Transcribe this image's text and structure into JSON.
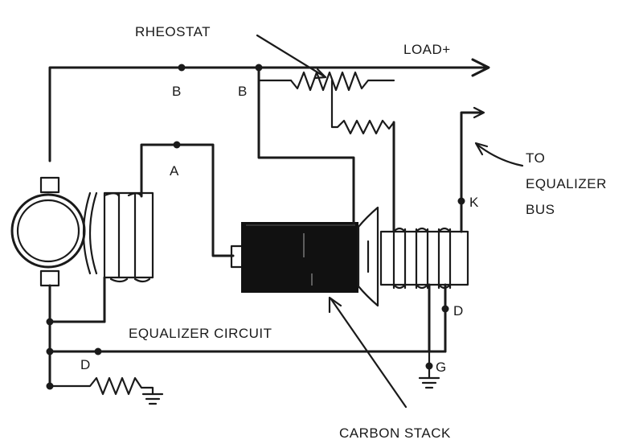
{
  "labels": {
    "rheostat": "RHEOSTAT",
    "load": "LOAD+",
    "b_left": "B",
    "b_right": "B",
    "a": "A",
    "to_equalizer_1": "TO",
    "to_equalizer_2": "EQUALIZER",
    "to_equalizer_3": "BUS",
    "k": "K",
    "d_right": "D",
    "g": "G",
    "equalizer_circuit": "EQUALIZER CIRCUIT",
    "d_left": "D",
    "carbon_stack": "CARBON STACK"
  }
}
